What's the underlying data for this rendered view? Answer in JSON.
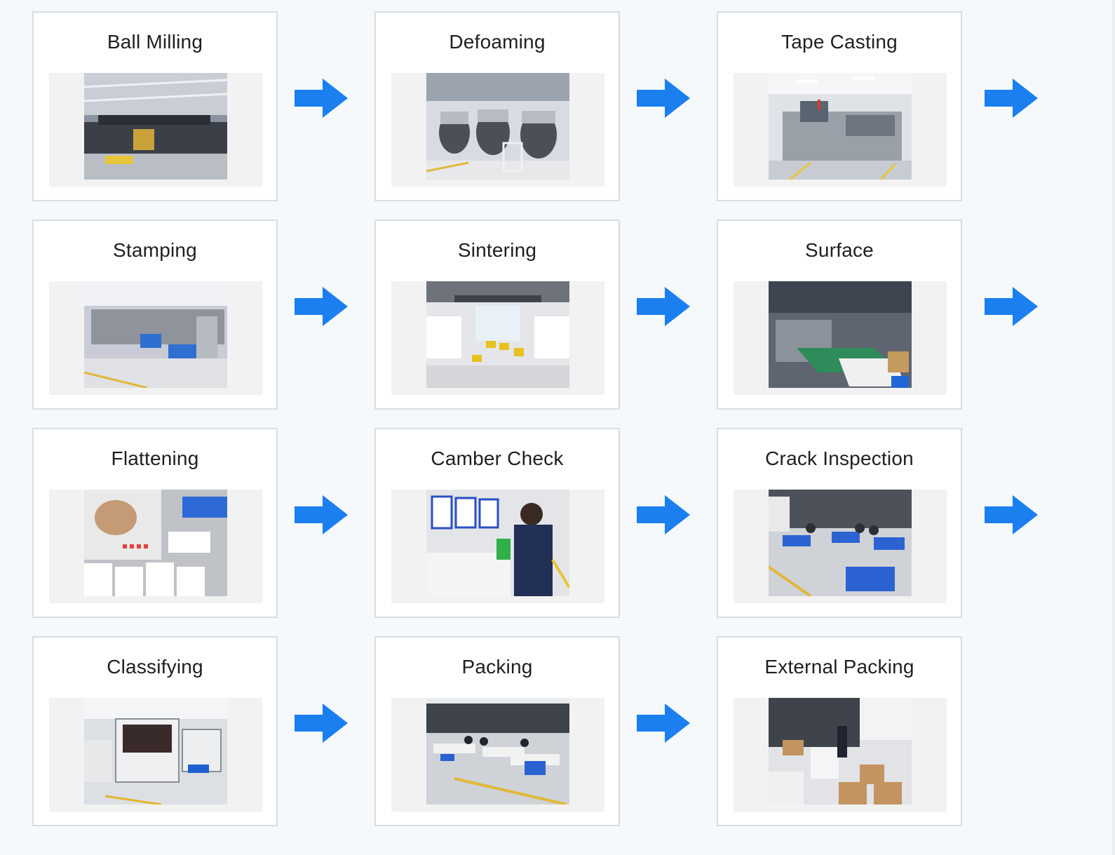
{
  "steps": [
    {
      "label": "Ball Milling",
      "photo": "ball-milling-photo",
      "scene": "plant"
    },
    {
      "label": "Defoaming",
      "photo": "defoaming-photo",
      "scene": "tanks"
    },
    {
      "label": "Tape Casting",
      "photo": "tape-casting-photo",
      "scene": "machine"
    },
    {
      "label": "Stamping",
      "photo": "stamping-photo",
      "scene": "line"
    },
    {
      "label": "Sintering",
      "photo": "sintering-photo",
      "scene": "hall"
    },
    {
      "label": "Surface",
      "photo": "surface-photo",
      "scene": "conveyor"
    },
    {
      "label": "Flattening",
      "photo": "flattening-photo",
      "scene": "plates"
    },
    {
      "label": "Camber Check",
      "photo": "camber-check-photo",
      "scene": "worker"
    },
    {
      "label": "Crack Inspection",
      "photo": "crack-inspection-photo",
      "scene": "benches"
    },
    {
      "label": "Classifying",
      "photo": "classifying-photo",
      "scene": "sorter"
    },
    {
      "label": "Packing",
      "photo": "packing-photo",
      "scene": "benches2"
    },
    {
      "label": "External Packing",
      "photo": "external-packing-photo",
      "scene": "boxes"
    }
  ],
  "colors": {
    "arrow": "#1b7ff0",
    "card_border": "#d9dde2",
    "background": "#f5f9fc"
  },
  "icons": {
    "connector": "arrow-right-icon"
  }
}
